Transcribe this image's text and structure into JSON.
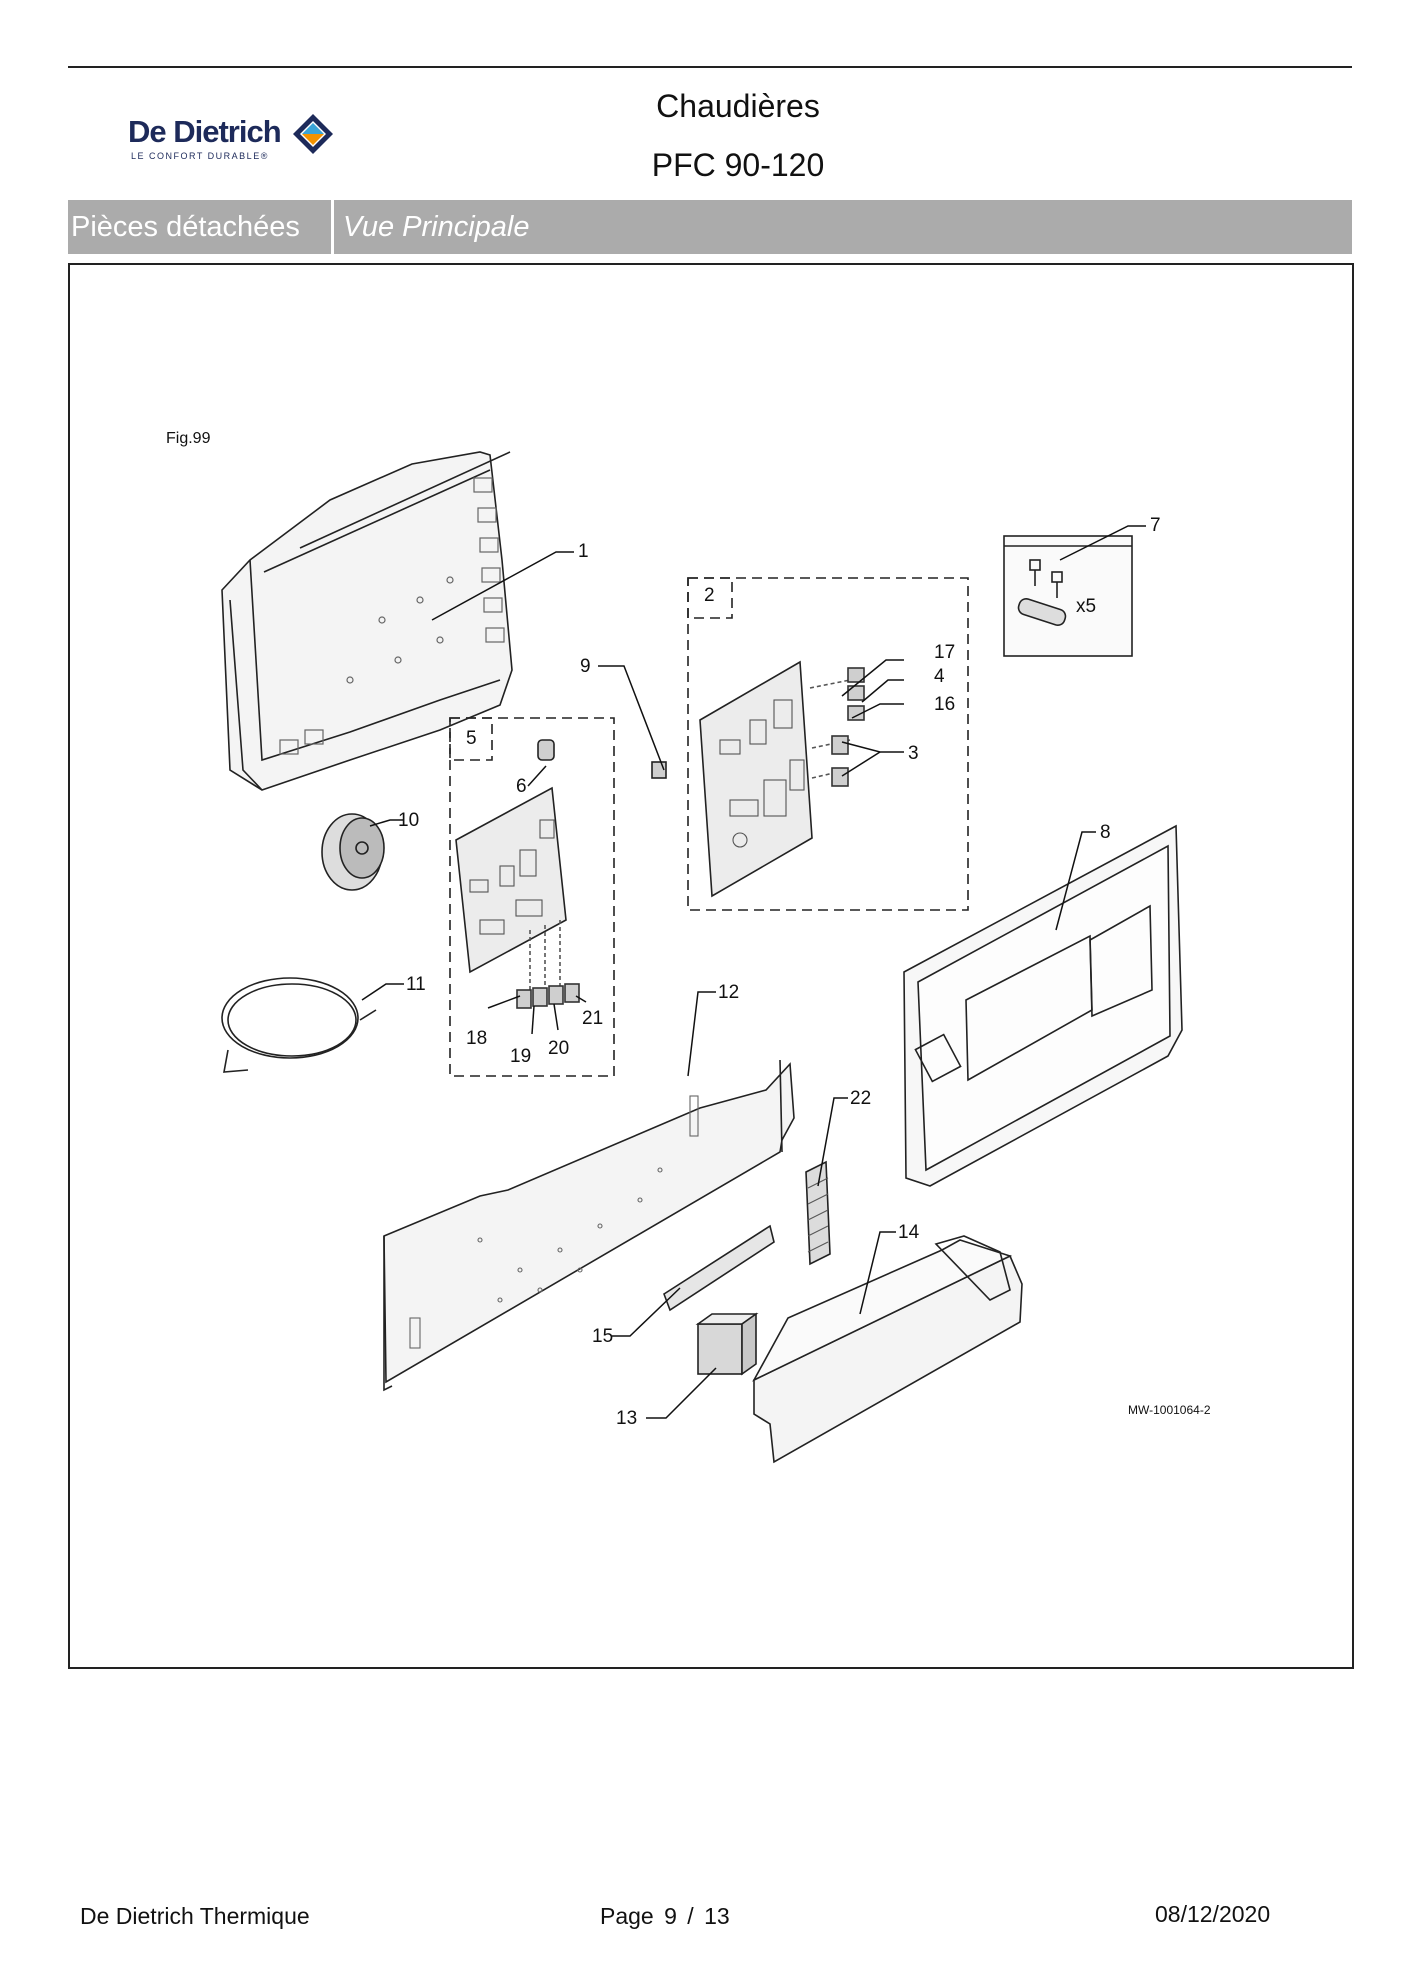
{
  "header": {
    "logo_name": "De Dietrich",
    "logo_tagline": "LE CONFORT DURABLE®",
    "title": "Chaudières",
    "model": "PFC 90-120",
    "logo_colors": {
      "outer": "#1d2a5a",
      "orange": "#f39200",
      "blue": "#3aa4d8"
    }
  },
  "tabs": {
    "section": "Pièces détachées",
    "view": "Vue Principale",
    "bar_color": "#ababab"
  },
  "figure": {
    "fig_label": "Fig.99",
    "ref_code": "MW-1001064-2",
    "group_2": "2",
    "group_5": "5",
    "quantity": "x5",
    "callouts": {
      "c1": "1",
      "c2": "2",
      "c3": "3",
      "c4": "4",
      "c5": "5",
      "c6": "6",
      "c7": "7",
      "c8": "8",
      "c9": "9",
      "c10": "10",
      "c11": "11",
      "c12": "12",
      "c13": "13",
      "c14": "14",
      "c15": "15",
      "c16": "16",
      "c17": "17",
      "c18": "18",
      "c19": "19",
      "c20": "20",
      "c21": "21",
      "c22": "22"
    }
  },
  "footer": {
    "company": "De Dietrich Thermique",
    "page_label": "Page",
    "page_current": "9",
    "page_sep": "/",
    "page_total": "13",
    "date": "08/12/2020"
  }
}
